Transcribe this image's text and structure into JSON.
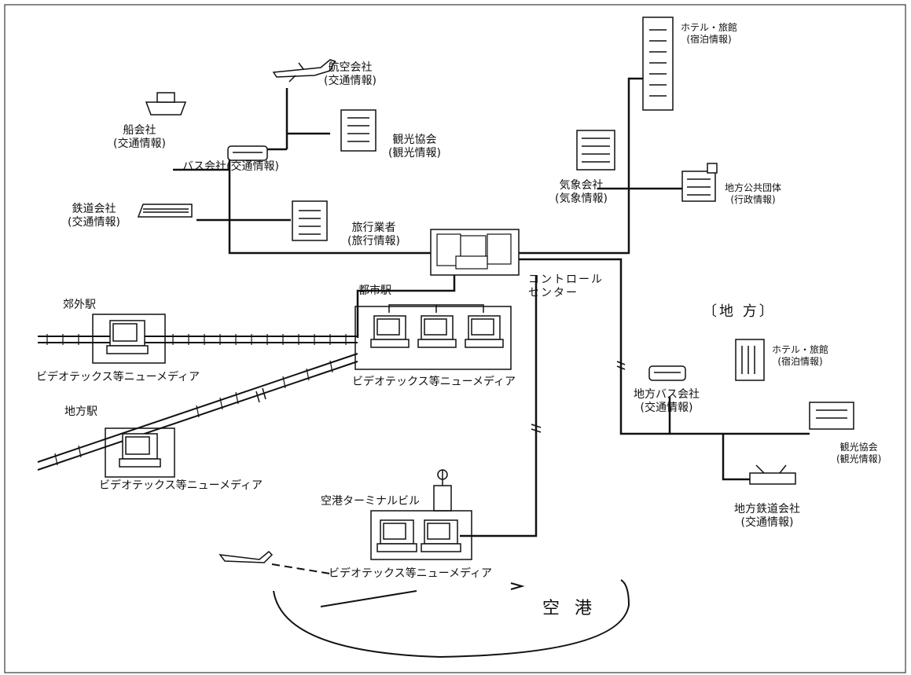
{
  "nodes": {
    "airline": {
      "name": "航空会社",
      "sub": "(交通情報)"
    },
    "ship": {
      "name": "船会社",
      "sub": "(交通情報)"
    },
    "bus": {
      "name": "バス会社(交通情報)"
    },
    "tourism_assoc": {
      "name": "観光協会",
      "sub": "(観光情報)"
    },
    "railway": {
      "name": "鉄道会社",
      "sub": "(交通情報)"
    },
    "travel_agent": {
      "name": "旅行業者",
      "sub": "(旅行情報)"
    },
    "hotel_top": {
      "name": "ホテル・旅館",
      "sub": "(宿泊情報)"
    },
    "weather": {
      "name": "気象会社",
      "sub": "(気象情報)"
    },
    "local_gov": {
      "name": "地方公共団体",
      "sub": "(行政情報)"
    },
    "control_center": {
      "line1": "コントロール",
      "line2": "センター"
    },
    "city_station": {
      "name": "都市駅",
      "media": "ビデオテックス等ニューメディア"
    },
    "suburban_station": {
      "name": "郊外駅",
      "media": "ビデオテックス等ニューメディア"
    },
    "regional_station": {
      "name": "地方駅",
      "media": "ビデオテックス等ニューメディア"
    },
    "airport_terminal": {
      "name": "空港ターミナルビル",
      "media": "ビデオテックス等ニューメディア"
    },
    "airport": {
      "name": "空 港"
    },
    "region": {
      "name": "〔地 方〕"
    },
    "hotel_region": {
      "name": "ホテル・旅館",
      "sub": "(宿泊情報)"
    },
    "local_bus": {
      "name": "地方バス会社",
      "sub": "(交通情報)"
    },
    "local_tourism": {
      "name": "観光協会",
      "sub": "(観光情報)"
    },
    "local_railway": {
      "name": "地方鉄道会社",
      "sub": "(交通情報)"
    }
  }
}
